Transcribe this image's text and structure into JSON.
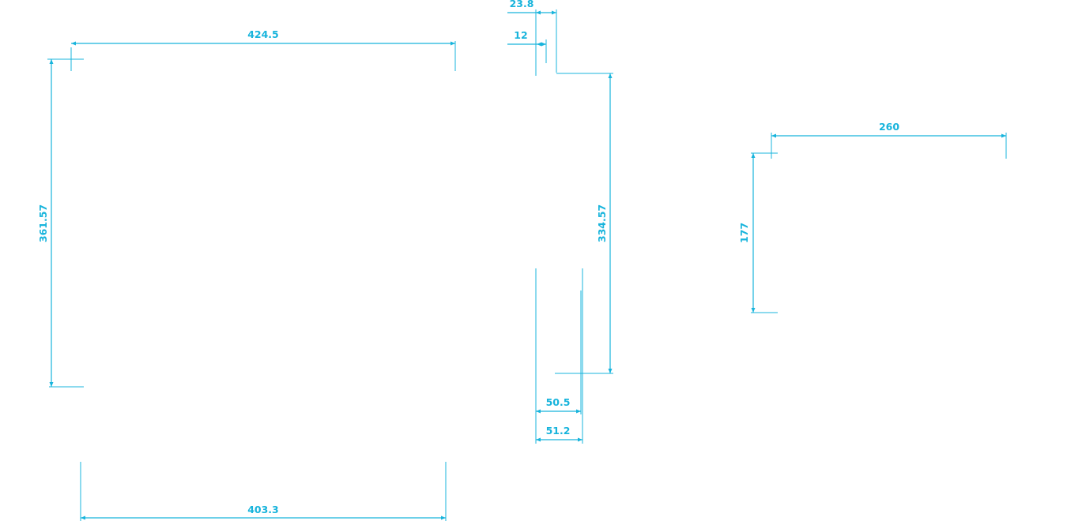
{
  "colors": {
    "dimension": "#18b4dc",
    "background": "#ffffff"
  },
  "dimensions": {
    "d_424_5": "424.5",
    "d_361_57": "361.57",
    "d_403_3": "403.3",
    "d_23_8": "23.8",
    "d_12": "12",
    "d_334_57": "334.57",
    "d_50_5": "50.5",
    "d_51_2": "51.2",
    "d_260": "260",
    "d_177": "177"
  }
}
